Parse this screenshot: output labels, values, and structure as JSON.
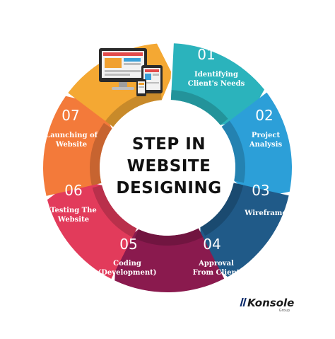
{
  "center": {
    "lines": [
      "STEP IN",
      "WEBSITE",
      "DESIGNING"
    ]
  },
  "steps": [
    {
      "num": "01",
      "lines": [
        "Identifying",
        "Client's Needs"
      ],
      "color": "#2bb3bc"
    },
    {
      "num": "02",
      "lines": [
        "Project",
        "Analysis"
      ],
      "color": "#2c9fd8"
    },
    {
      "num": "03",
      "lines": [
        "Wireframe"
      ],
      "color": "#205a88"
    },
    {
      "num": "04",
      "lines": [
        "Approval",
        "From Client"
      ],
      "color": "#8a1a4e"
    },
    {
      "num": "05",
      "lines": [
        "Coding",
        "(Development)"
      ],
      "color": "#e23b5b"
    },
    {
      "num": "06",
      "lines": [
        "Testing The",
        "Website"
      ],
      "color": "#f37a3a"
    },
    {
      "num": "07",
      "lines": [
        "Launching of",
        "Website"
      ],
      "color": "#f4a833"
    }
  ],
  "brand": {
    "name": "Konsole",
    "sub": "Group"
  },
  "icons": {
    "devices": "devices-icon"
  }
}
